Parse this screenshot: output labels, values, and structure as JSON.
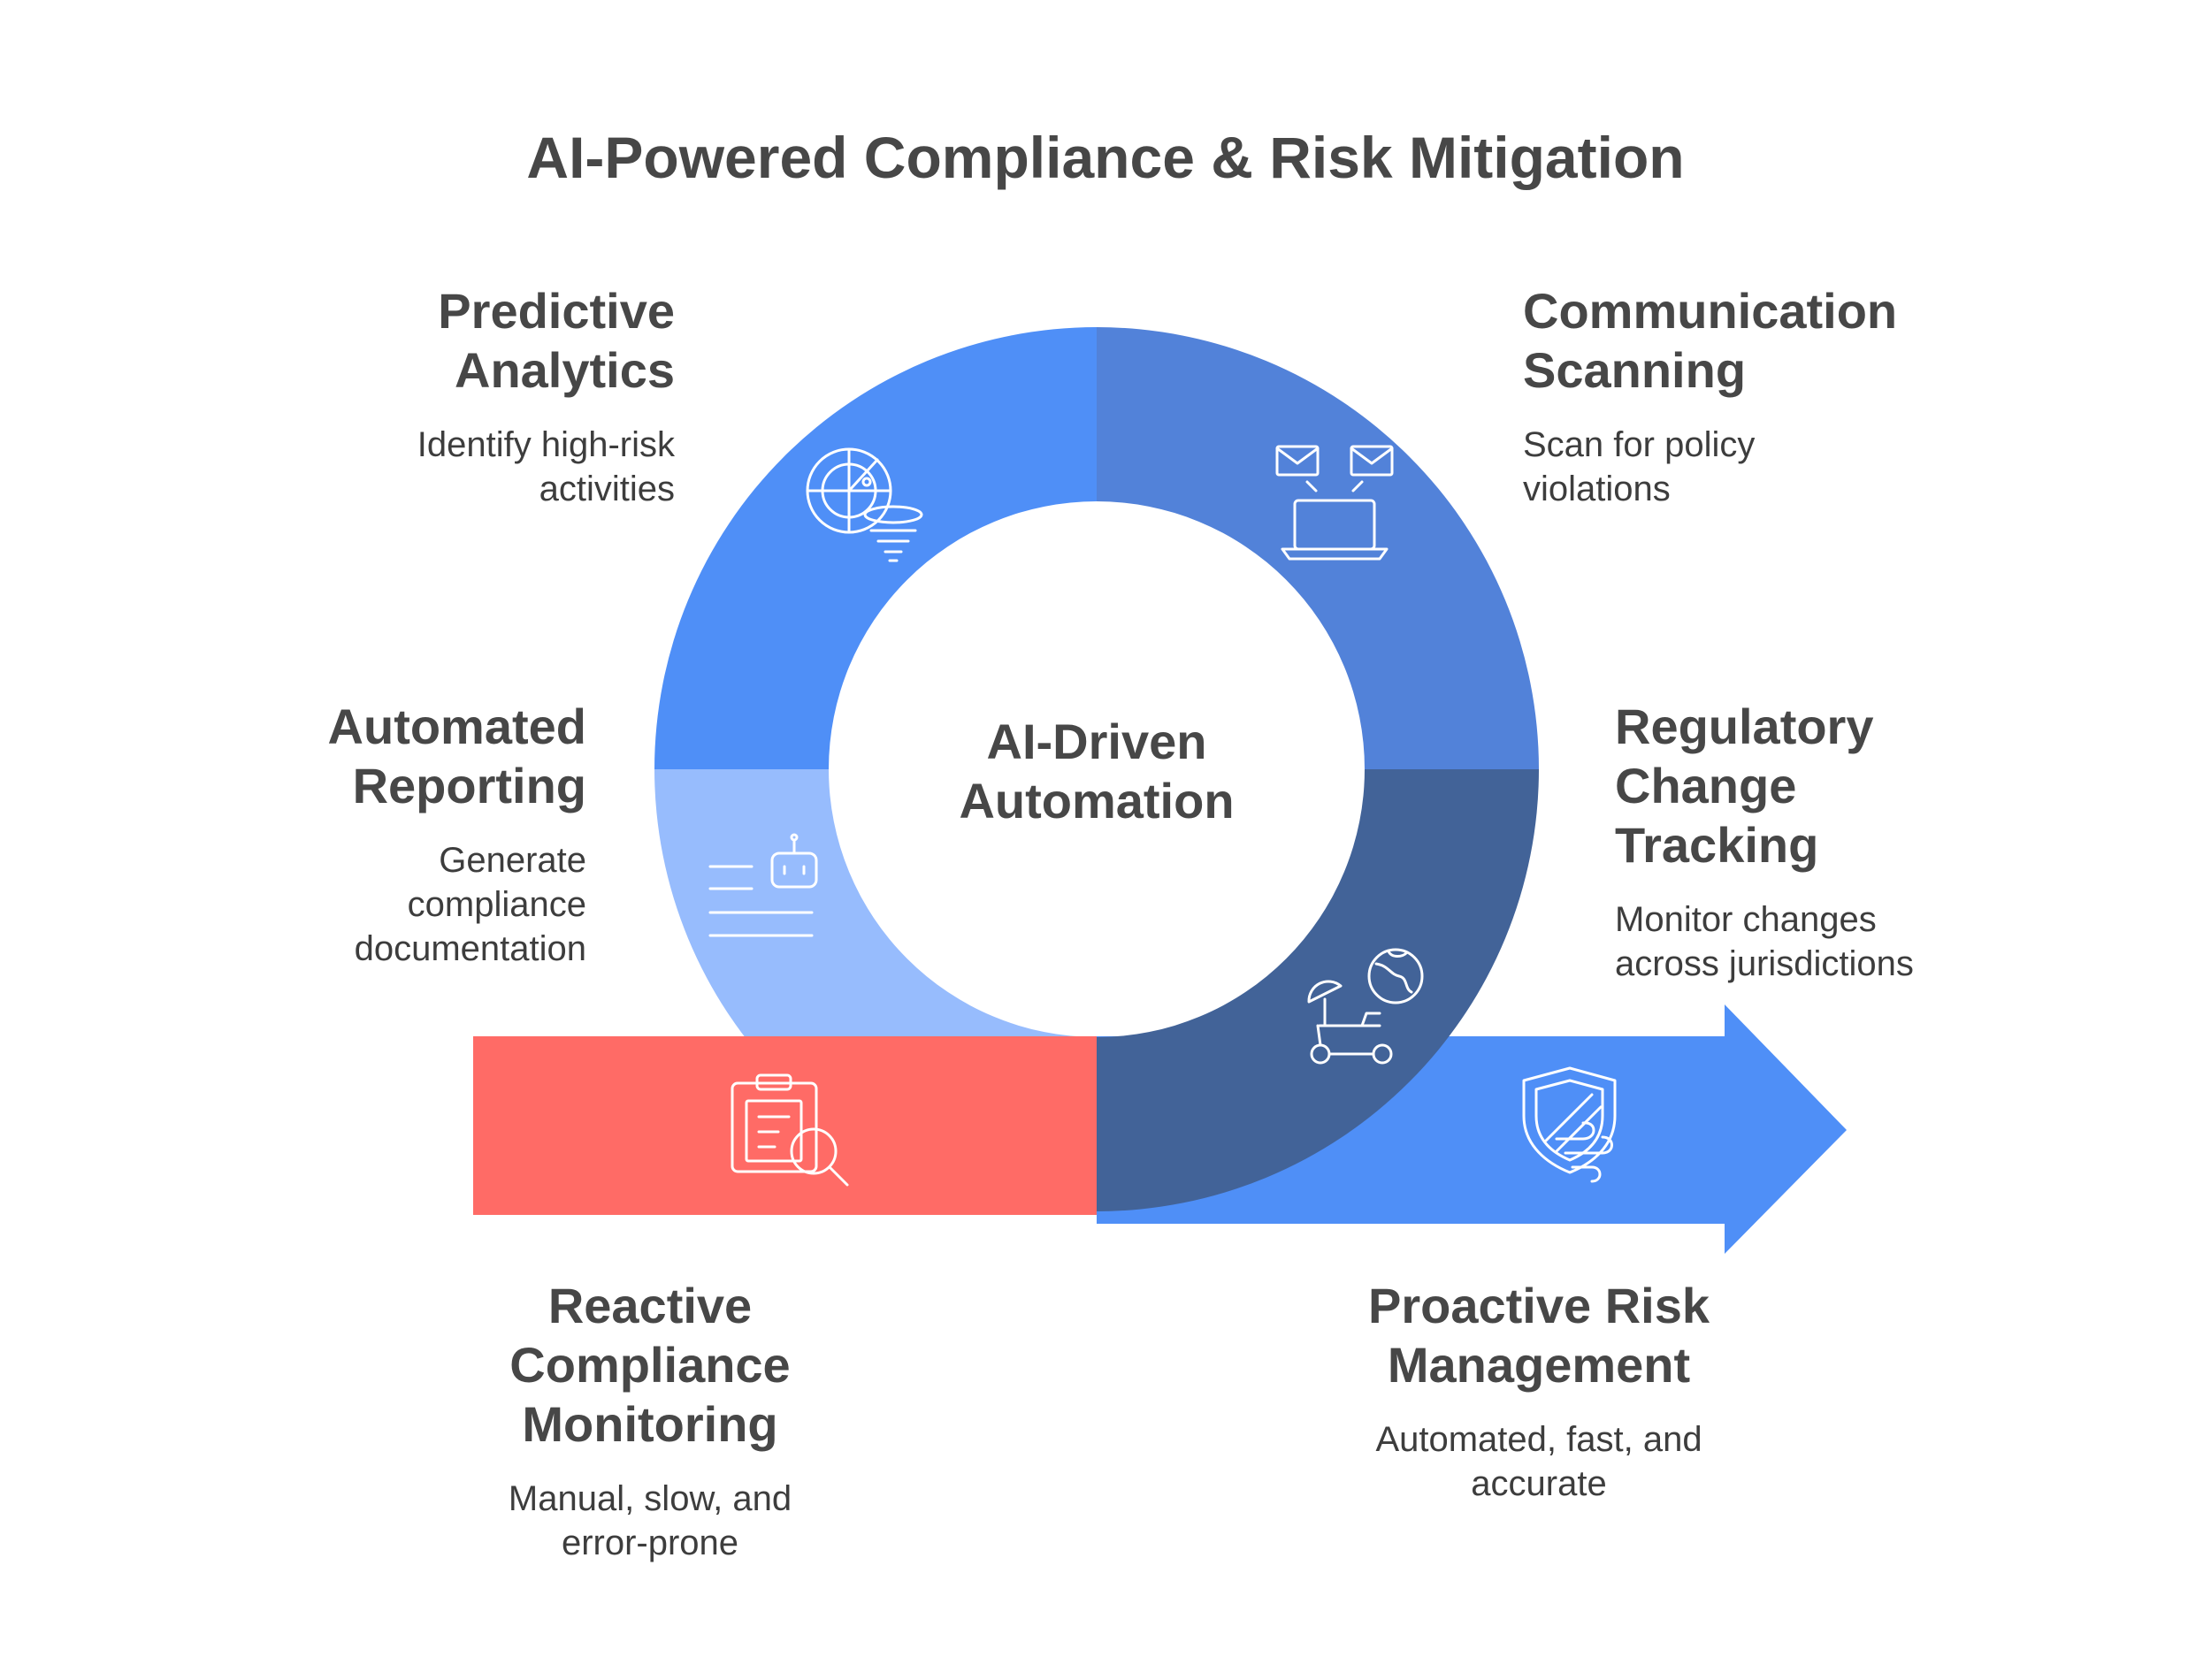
{
  "title": "AI-Powered Compliance & Risk Mitigation",
  "center": {
    "line1": "AI-Driven",
    "line2": "Automation"
  },
  "colors": {
    "predictive": "#4f8ff7",
    "communication": "#5282d9",
    "regulatory": "#426398",
    "reporting": "#97bcfd",
    "reactive": "#ff6b66",
    "proactive": "#4f8ff7",
    "text": "#474747"
  },
  "segments": {
    "predictive": {
      "heading": [
        "Predictive",
        "Analytics"
      ],
      "description": [
        "Identify high-risk",
        "activities"
      ],
      "icon": "radar-tornado-icon"
    },
    "communication": {
      "heading": [
        "Communication",
        "Scanning"
      ],
      "description": [
        "Scan for policy",
        "violations"
      ],
      "icon": "laptop-mail-icon"
    },
    "reporting": {
      "heading": [
        "Automated",
        "Reporting"
      ],
      "description": [
        "Generate",
        "compliance",
        "documentation"
      ],
      "icon": "robot-document-icon"
    },
    "regulatory": {
      "heading": [
        "Regulatory",
        "Change",
        "Tracking"
      ],
      "description": [
        "Monitor changes",
        "across jurisdictions"
      ],
      "icon": "satellite-globe-icon"
    },
    "reactive": {
      "heading": [
        "Reactive",
        "Compliance",
        "Monitoring"
      ],
      "description": [
        "Manual, slow, and",
        "error-prone"
      ],
      "icon": "clipboard-search-icon"
    },
    "proactive": {
      "heading": [
        "Proactive Risk",
        "Management"
      ],
      "description": [
        "Automated, fast, and",
        "accurate"
      ],
      "icon": "shield-wind-icon"
    }
  }
}
